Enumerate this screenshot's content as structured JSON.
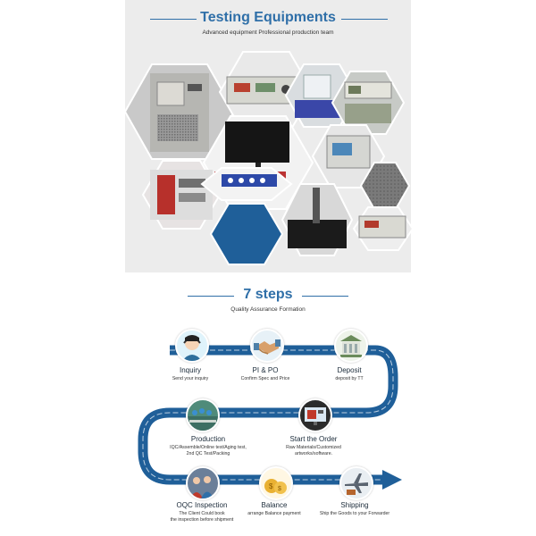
{
  "equipment": {
    "title": "Testing Equipments",
    "subtitle": "Advanced equipment Professional production team",
    "accent": "#2f6fa8",
    "photos": [
      "climate-chamber-photo",
      "signal-generator-photo",
      "lab-bench-photo",
      "instrument-rack-photo",
      "monitor-display-photo",
      "switch-tester-photo",
      "cable-bend-tester-photo",
      "button-press-tester-photo",
      "hardness-tester-photo",
      "power-meter-photo"
    ]
  },
  "steps": {
    "title": "7 steps",
    "subtitle": "Quality Assurance Formation",
    "path_color": "#1f5f99",
    "items": [
      {
        "name": "Inquiry",
        "desc": "Send your inquiry",
        "icon": "headset-agent-icon"
      },
      {
        "name": "PI & PO",
        "desc": "Confirm Spec and Price",
        "icon": "handshake-icon"
      },
      {
        "name": "Deposit",
        "desc": "deposit by TT",
        "icon": "bank-icon"
      },
      {
        "name": "Start the Order",
        "desc": "Raw Materials/Customized\nartworks/software.",
        "icon": "order-monitor-icon"
      },
      {
        "name": "Production",
        "desc": "IQC/Assemble/Online test/Aging test,\n2nd QC Test/Packing",
        "icon": "factory-line-icon"
      },
      {
        "name": "OQC Inspection",
        "desc": "The Client Could book\nthe inspection before shipment",
        "icon": "inspection-team-icon"
      },
      {
        "name": "Balance",
        "desc": "arrange Balance payment",
        "icon": "money-bags-icon"
      },
      {
        "name": "Shipping",
        "desc": "Ship the Goods to your Forwarder",
        "icon": "cargo-plane-icon"
      }
    ]
  }
}
